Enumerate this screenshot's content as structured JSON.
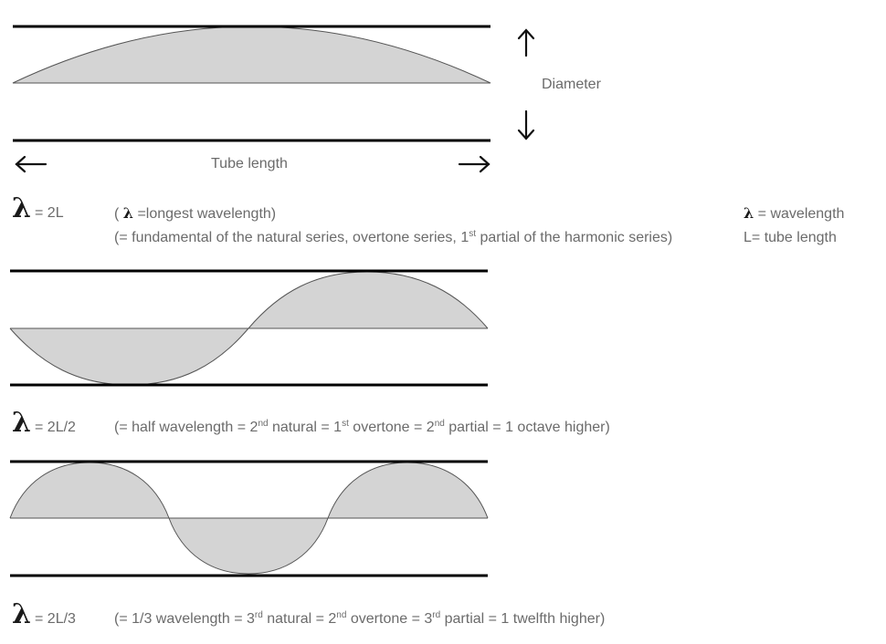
{
  "labels": {
    "diameter": "Diameter",
    "tube_length": "Tube length",
    "lambda_symbol": "λ",
    "legend_lambda": "= wavelength",
    "legend_L": "L= tube length"
  },
  "icons": {
    "up": "up-arrow-icon",
    "down": "down-arrow-icon",
    "left": "left-arrow-icon",
    "right": "right-arrow-icon"
  },
  "modes": [
    {
      "formula": "= 2L",
      "desc1_open": "(",
      "desc1_rest": "=longest wavelength)",
      "desc2_pre": "(= fundamental of the natural series, overtone series, 1",
      "desc2_sup": "st",
      "desc2_post": " partial of the harmonic series)"
    },
    {
      "formula": "= 2L/2",
      "desc_p1": "(= half wavelength = 2",
      "sup1": "nd",
      "desc_p2": " natural = 1",
      "sup2": "st",
      "desc_p3": " overtone = 2",
      "sup3": "nd",
      "desc_p4": " partial = 1 octave higher)"
    },
    {
      "formula": "= 2L/3",
      "desc_p1": "(= 1/3 wavelength = 3",
      "sup1": "rd",
      "desc_p2": " natural = 2",
      "sup2": "nd",
      "desc_p3": " overtone = 3",
      "sup3": "rd",
      "desc_p4": " partial = 1 twelfth higher)"
    }
  ],
  "colors": {
    "fill": "#d4d4d4",
    "line": "#000000",
    "text": "#6b6b6b"
  }
}
